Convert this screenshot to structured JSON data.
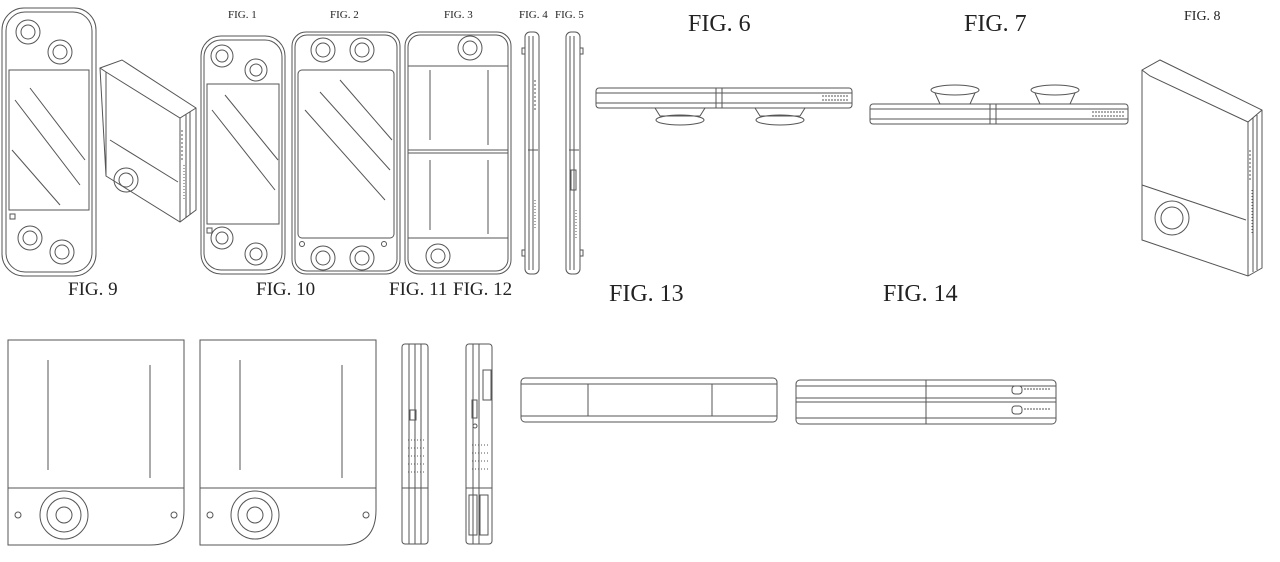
{
  "labels": {
    "fig1": "FIG. 1",
    "fig2": "FIG. 2",
    "fig3": "FIG. 3",
    "fig4": "FIG. 4",
    "fig5": "FIG. 5",
    "fig6": "FIG. 6",
    "fig7": "FIG. 7",
    "fig8": "FIG. 8",
    "fig9": "FIG. 9",
    "fig10": "FIG. 10",
    "fig11": "FIG. 11",
    "fig12": "FIG. 12",
    "fig13": "FIG. 13",
    "fig14": "FIG. 14"
  },
  "colors": {
    "line": "#555555",
    "paper": "#ffffff"
  }
}
